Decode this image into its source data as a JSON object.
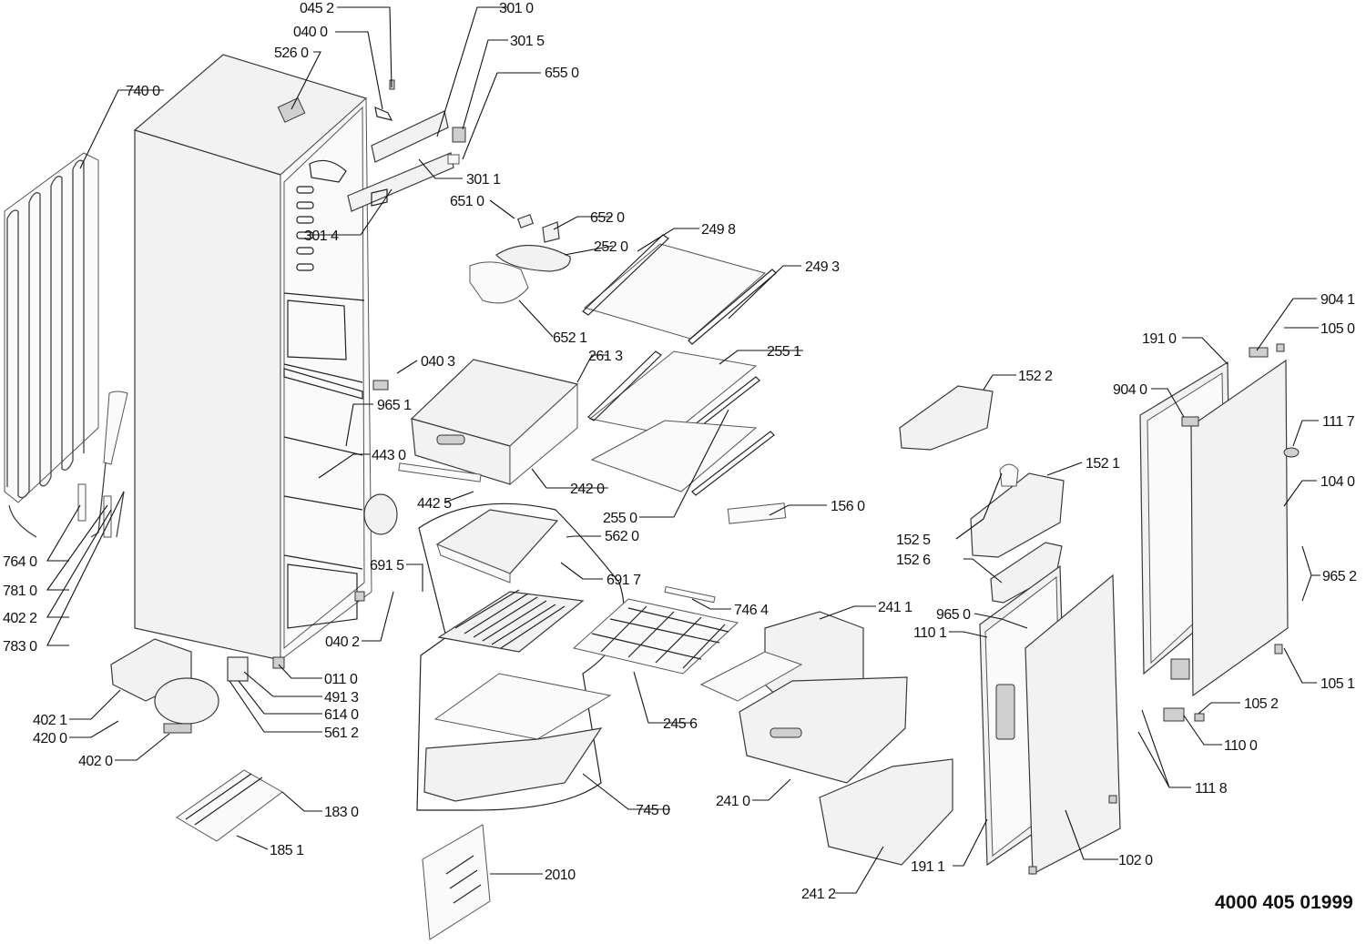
{
  "document_number": "4000 405 01999",
  "labels": {
    "p0452": "045 2",
    "p0400": "040 0",
    "p5260": "526 0",
    "p3010": "301 0",
    "p3015": "301 5",
    "p6550": "655 0",
    "p7400": "740 0",
    "p3011": "301 1",
    "p6510": "651 0",
    "p6520": "652 0",
    "p3014": "301 4",
    "p2498": "249 8",
    "p2520": "252 0",
    "p2493": "249 3",
    "p6521": "652 1",
    "p9041": "904 1",
    "p1050": "105 0",
    "p1910": "191 0",
    "p0403": "040 3",
    "p2613": "261 3",
    "p2551": "255 1",
    "p1522": "152 2",
    "p9040": "904 0",
    "p9651": "965 1",
    "p1117": "111 7",
    "p4430": "443 0",
    "p1521": "152 1",
    "p2420": "242 0",
    "p1040": "104 0",
    "p4425": "442 5",
    "p2550": "255 0",
    "p1560": "156 0",
    "p5620": "562 0",
    "p1525": "152 5",
    "p7640": "764 0",
    "p6915": "691 5",
    "p1526": "152 6",
    "p9652": "965 2",
    "p6917": "691 7",
    "p7810": "781 0",
    "p7464": "746 4",
    "p2411": "241 1",
    "p9650": "965 0",
    "p4022": "402 2",
    "p1101": "110 1",
    "p0402": "040 2",
    "p7830": "783 0",
    "p0110": "011 0",
    "p4913": "491 3",
    "p1051": "105 1",
    "p1052": "105 2",
    "p4021": "402 1",
    "p6140": "614 0",
    "p2456": "245 6",
    "p4200": "420 0",
    "p5612": "561 2",
    "p1100": "110 0",
    "p4020": "402 0",
    "p1118": "111 8",
    "p2410": "241 0",
    "p7450": "745 0",
    "p1830": "183 0",
    "p1851": "185 1",
    "p1020": "102 0",
    "p1911": "191 1",
    "p2010": "2010",
    "p2412": "241 2"
  },
  "icons": {
    "cabinet": "refrigerator-cabinet-icon",
    "condenser": "condenser-coil-icon",
    "compressor": "compressor-icon",
    "door": "door-panel-icon",
    "drawer": "freezer-drawer-icon",
    "shelf": "glass-shelf-icon"
  }
}
